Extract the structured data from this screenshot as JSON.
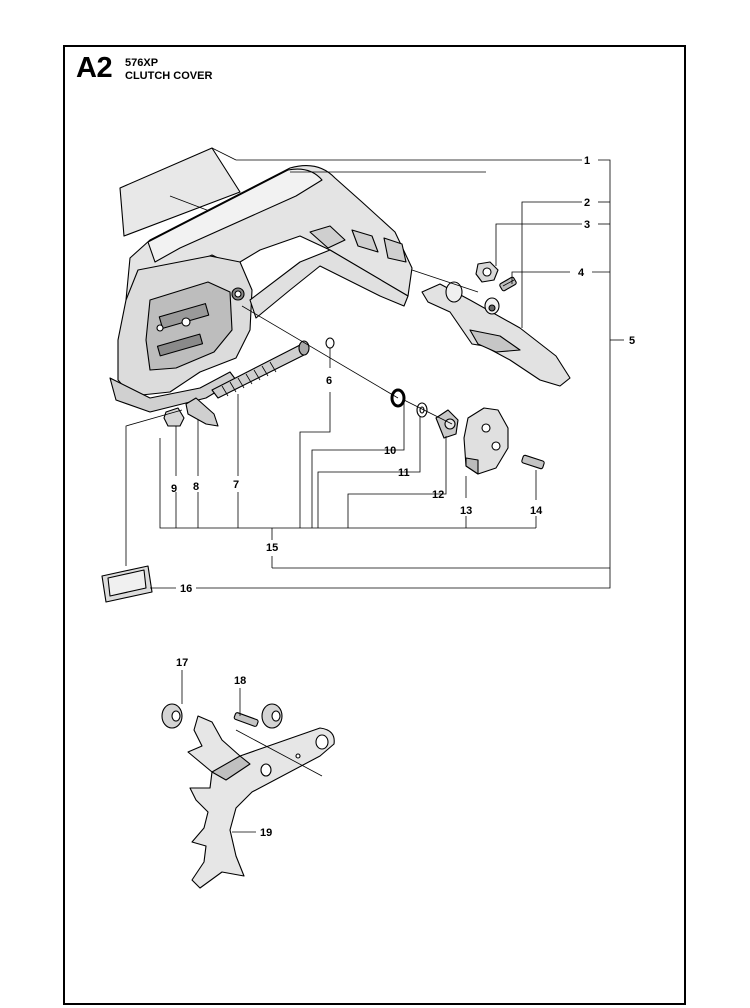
{
  "header": {
    "section_code": "A2",
    "model": "576XP",
    "title": "CLUTCH COVER"
  },
  "callouts": [
    "1",
    "2",
    "3",
    "4",
    "5",
    "6",
    "7",
    "8",
    "9",
    "10",
    "11",
    "12",
    "13",
    "14",
    "15",
    "16",
    "17",
    "18",
    "19"
  ],
  "colors": {
    "line": "#000000",
    "fill_light": "#e6e6e6",
    "fill_mid": "#c8c8c8",
    "fill_dark": "#9a9a9a"
  }
}
